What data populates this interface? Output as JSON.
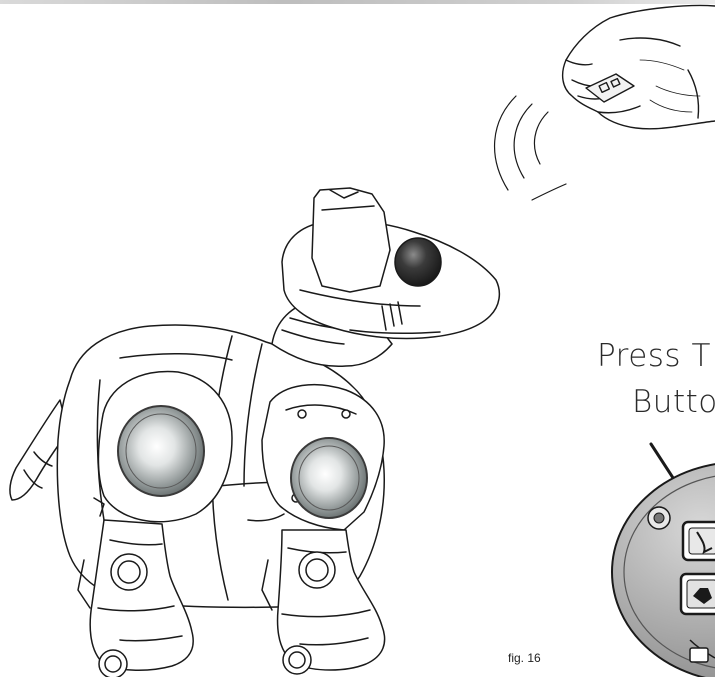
{
  "illustration": {
    "press_text": "Press T",
    "button_text": "Butto",
    "figure_label": "fig. 16"
  },
  "icons": [
    "robot-dog-icon",
    "hand-remote-icon",
    "signal-waves-icon",
    "remote-control-button-icon",
    "pointer-arrow-icon"
  ],
  "colors": {
    "line": "#1a1a1a",
    "sphere_light": "#f4f4f4",
    "sphere_dark": "#6f7373",
    "remote_body": "#a9a9a9"
  }
}
